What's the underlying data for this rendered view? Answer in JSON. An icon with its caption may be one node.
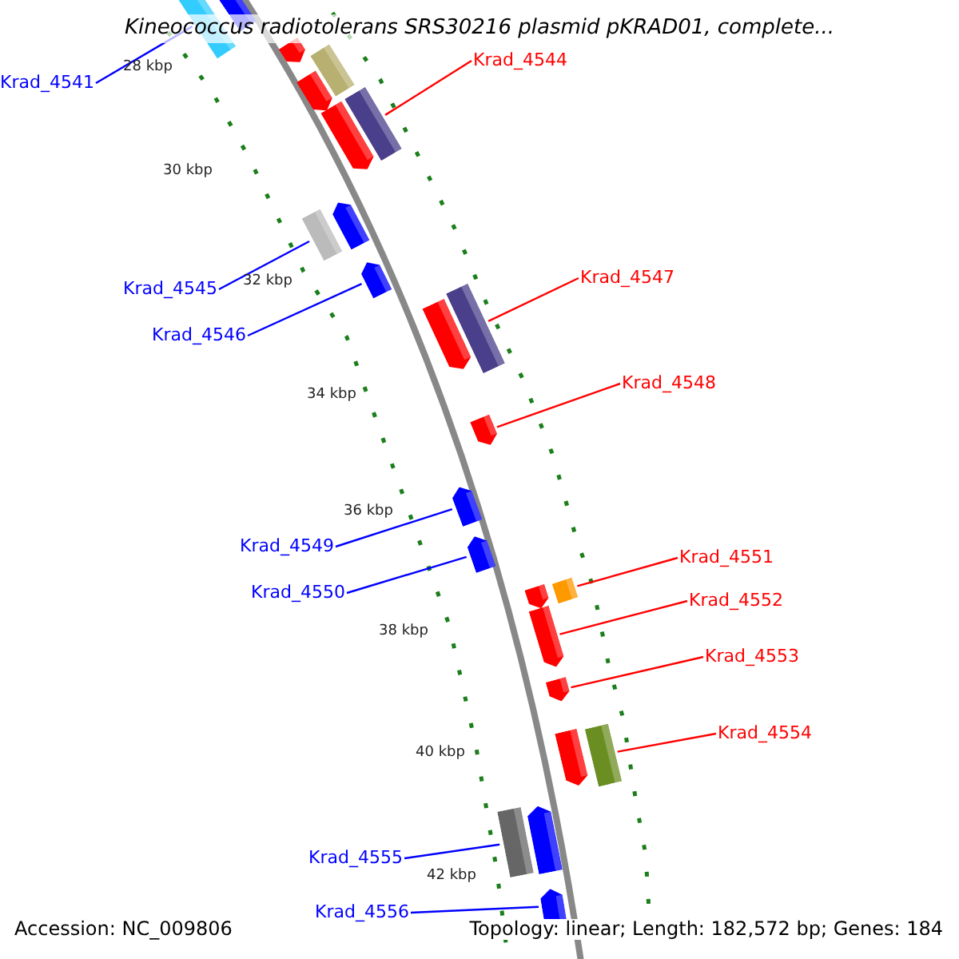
{
  "diagram": {
    "title": "Kineococcus radiotolerans SRS30216 plasmid pKRAD01, complete...",
    "nodes": [
      {
        "text": [
          "Krad_4541"
        ]
      },
      {
        "text": [
          "Krad_4544"
        ]
      },
      {
        "text": [
          "Krad_4545"
        ]
      },
      {
        "text": [
          "Krad_4546"
        ]
      },
      {
        "text": [
          "Krad_4547"
        ]
      },
      {
        "text": [
          "Krad_4548"
        ]
      },
      {
        "text": [
          "Krad_4549"
        ]
      },
      {
        "text": [
          "Krad_4550"
        ]
      },
      {
        "text": [
          "Krad_4551"
        ]
      },
      {
        "text": [
          "Krad_4552"
        ]
      },
      {
        "text": [
          "Krad_4553"
        ]
      },
      {
        "text": [
          "Krad_4554"
        ]
      },
      {
        "text": [
          "Krad_4555"
        ]
      },
      {
        "text": [
          "Krad_4556"
        ]
      },
      {
        "text": [],
        "shape": "bar"
      },
      {
        "text": [],
        "shape": "arrow"
      },
      {
        "text": [],
        "shape": "arrow"
      },
      {
        "text": [],
        "shape": "bar"
      },
      {
        "text": [],
        "shape": "arrow"
      },
      {
        "text": [],
        "shape": "arrow"
      },
      {
        "text": [],
        "shape": "bar"
      },
      {
        "text": [],
        "shape": "bar"
      },
      {
        "text": [],
        "shape": "arrow"
      },
      {
        "text": [],
        "shape": "arrow"
      },
      {
        "text": [],
        "shape": "arrow"
      },
      {
        "text": [],
        "shape": "bar"
      },
      {
        "text": [],
        "shape": "arrow"
      },
      {
        "text": [],
        "shape": "arrow"
      },
      {
        "text": [],
        "shape": "arrow"
      },
      {
        "text": [],
        "shape": "arrow"
      },
      {
        "text": [],
        "shape": "bar"
      },
      {
        "text": [],
        "shape": "arrow"
      },
      {
        "text": [],
        "shape": "arrow"
      },
      {
        "text": [],
        "shape": "arrow"
      },
      {
        "text": [],
        "shape": "bar"
      },
      {
        "text": [],
        "shape": "bar"
      },
      {
        "text": [],
        "shape": "arrow"
      },
      {
        "text": [],
        "shape": "arrow"
      }
    ],
    "edges": [
      {
        "from": 0,
        "to": 14,
        "arrow": "none",
        "color": "#0000ff"
      },
      {
        "from": 1,
        "to": 20,
        "arrow": "none",
        "color": "#ff0000"
      },
      {
        "from": 2,
        "to": 21,
        "arrow": "none",
        "color": "#0000ff"
      },
      {
        "from": 3,
        "to": 23,
        "arrow": "none",
        "color": "#0000ff"
      },
      {
        "from": 4,
        "to": 25,
        "arrow": "none",
        "color": "#ff0000"
      },
      {
        "from": 5,
        "to": 26,
        "arrow": "none",
        "color": "#ff0000"
      },
      {
        "from": 6,
        "to": 27,
        "arrow": "none",
        "color": "#0000ff"
      },
      {
        "from": 7,
        "to": 28,
        "arrow": "none",
        "color": "#0000ff"
      },
      {
        "from": 8,
        "to": 30,
        "arrow": "none",
        "color": "#ff0000"
      },
      {
        "from": 9,
        "to": 31,
        "arrow": "none",
        "color": "#ff0000"
      },
      {
        "from": 10,
        "to": 32,
        "arrow": "none",
        "color": "#ff0000"
      },
      {
        "from": 11,
        "to": 34,
        "arrow": "none",
        "color": "#ff0000"
      },
      {
        "from": 12,
        "to": 35,
        "arrow": "none",
        "color": "#0000ff"
      },
      {
        "from": 13,
        "to": 37,
        "arrow": "none",
        "color": "#0000ff"
      }
    ],
    "labels": [
      "28 kbp",
      "30 kbp",
      "32 kbp",
      "34 kbp",
      "36 kbp",
      "38 kbp",
      "40 kbp",
      "42 kbp",
      "Accession: NC_009806",
      "Topology: linear; Length: 182,572 bp; Genes: 184"
    ]
  }
}
